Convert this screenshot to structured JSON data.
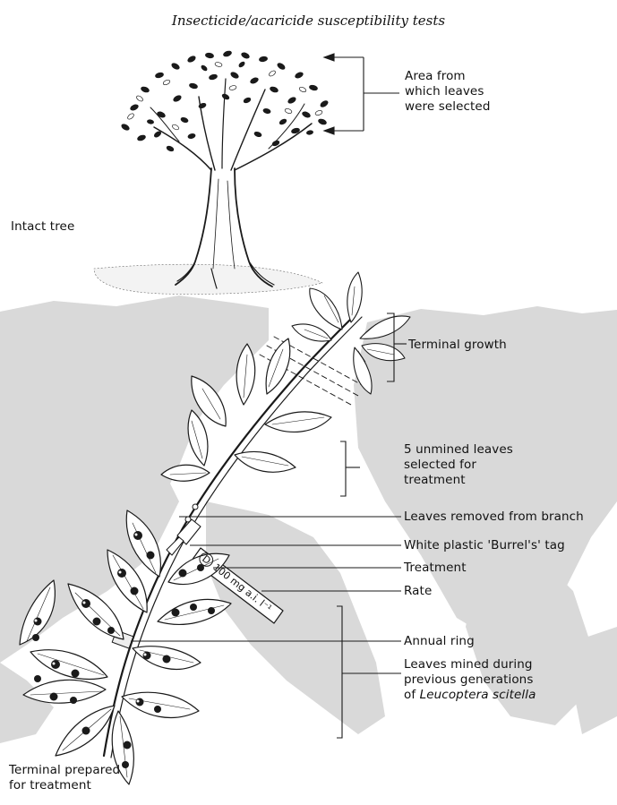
{
  "title": "Insecticide/acaricide susceptibility tests",
  "labels": {
    "area_from_leaves": "Area from\nwhich leaves\nwere selected",
    "intact_tree": "Intact tree",
    "terminal_growth": "Terminal growth",
    "unmined_leaves": "5 unmined leaves\nselected for\ntreatment",
    "leaves_removed": "Leaves removed from branch",
    "white_tag": "White plastic 'Burrel's' tag",
    "treatment": "Treatment",
    "rate": "Rate",
    "annual_ring": "Annual ring",
    "leaves_mined_line1": "Leaves mined during",
    "leaves_mined_line2": "previous generations",
    "leaves_mined_prefix": "of ",
    "leaves_mined_species": "Leucoptera scitella",
    "terminal_prepared": "Terminal prepared\nfor treatment"
  },
  "tag": {
    "treatment_code": "D",
    "rate_value": "100 mg a.i. l⁻¹"
  },
  "colors": {
    "ink": "#1a1a1a",
    "watermark": "#d9d9d9",
    "background": "#ffffff"
  }
}
